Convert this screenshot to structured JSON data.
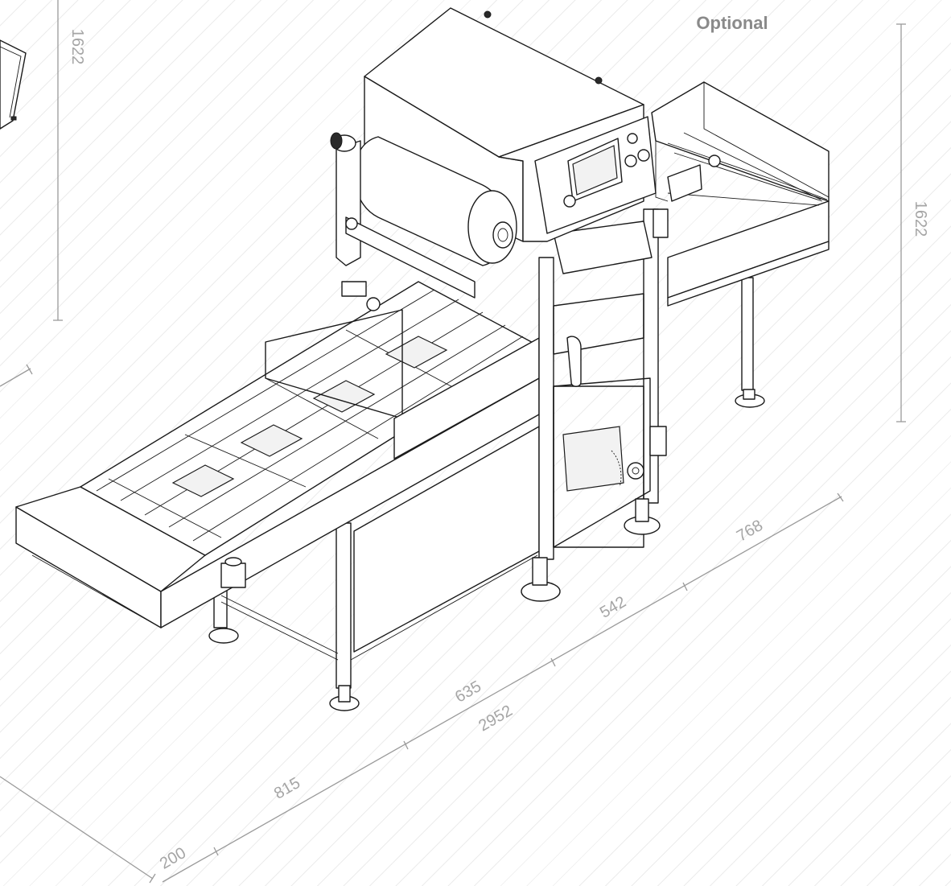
{
  "labels": {
    "optional": "Optional"
  },
  "dimensions": {
    "height_left": "1622",
    "height_right": "1622",
    "seg_200": "200",
    "seg_815": "815",
    "seg_635": "635",
    "seg_542": "542",
    "seg_768": "768",
    "total_length": "2952"
  }
}
